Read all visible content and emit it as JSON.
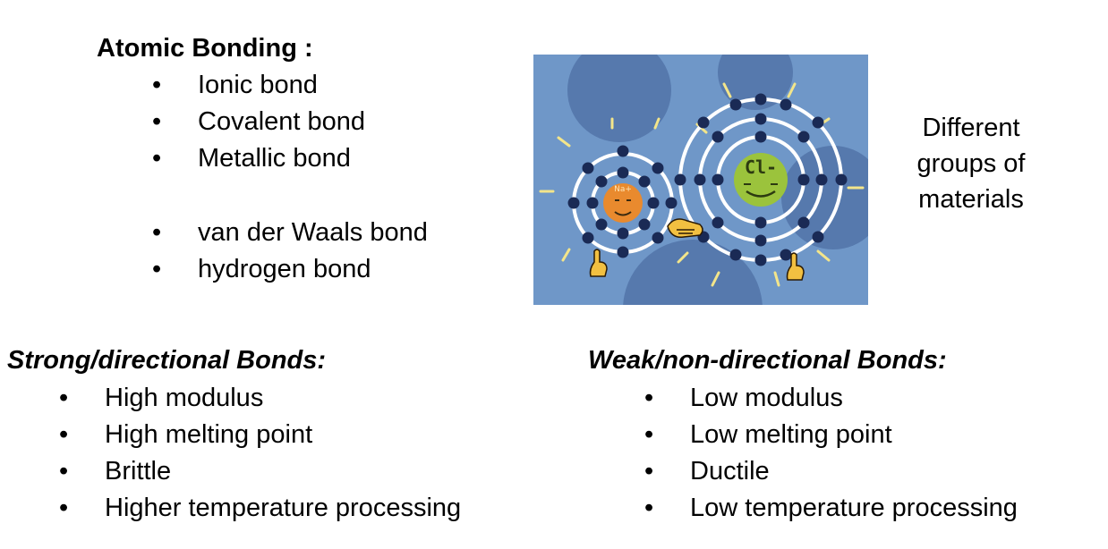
{
  "atomic_bonding": {
    "title": "Atomic Bonding :",
    "primary": [
      "Ionic bond",
      "Covalent bond",
      "Metallic bond"
    ],
    "secondary": [
      "van der Waals bond",
      "hydrogen bond"
    ]
  },
  "illustration": {
    "na_label": "Na+",
    "cl_label": "Cl-",
    "colors": {
      "background": "#6f97c8",
      "blob": "#5679ad",
      "sodium": "#e98a2e",
      "chlorine": "#9bc33c",
      "electron": "#1a2a55",
      "ray": "#f3e58a",
      "hand": "#f2c041"
    }
  },
  "caption": {
    "lines": [
      "Different",
      "groups of",
      "materials"
    ]
  },
  "strong": {
    "title": "Strong/directional Bonds:",
    "items": [
      "High modulus",
      "High melting point",
      "Brittle",
      "Higher temperature processing"
    ]
  },
  "weak": {
    "title": "Weak/non-directional Bonds:",
    "items": [
      "Low modulus",
      "Low melting point",
      "Ductile",
      "Low temperature processing"
    ]
  }
}
